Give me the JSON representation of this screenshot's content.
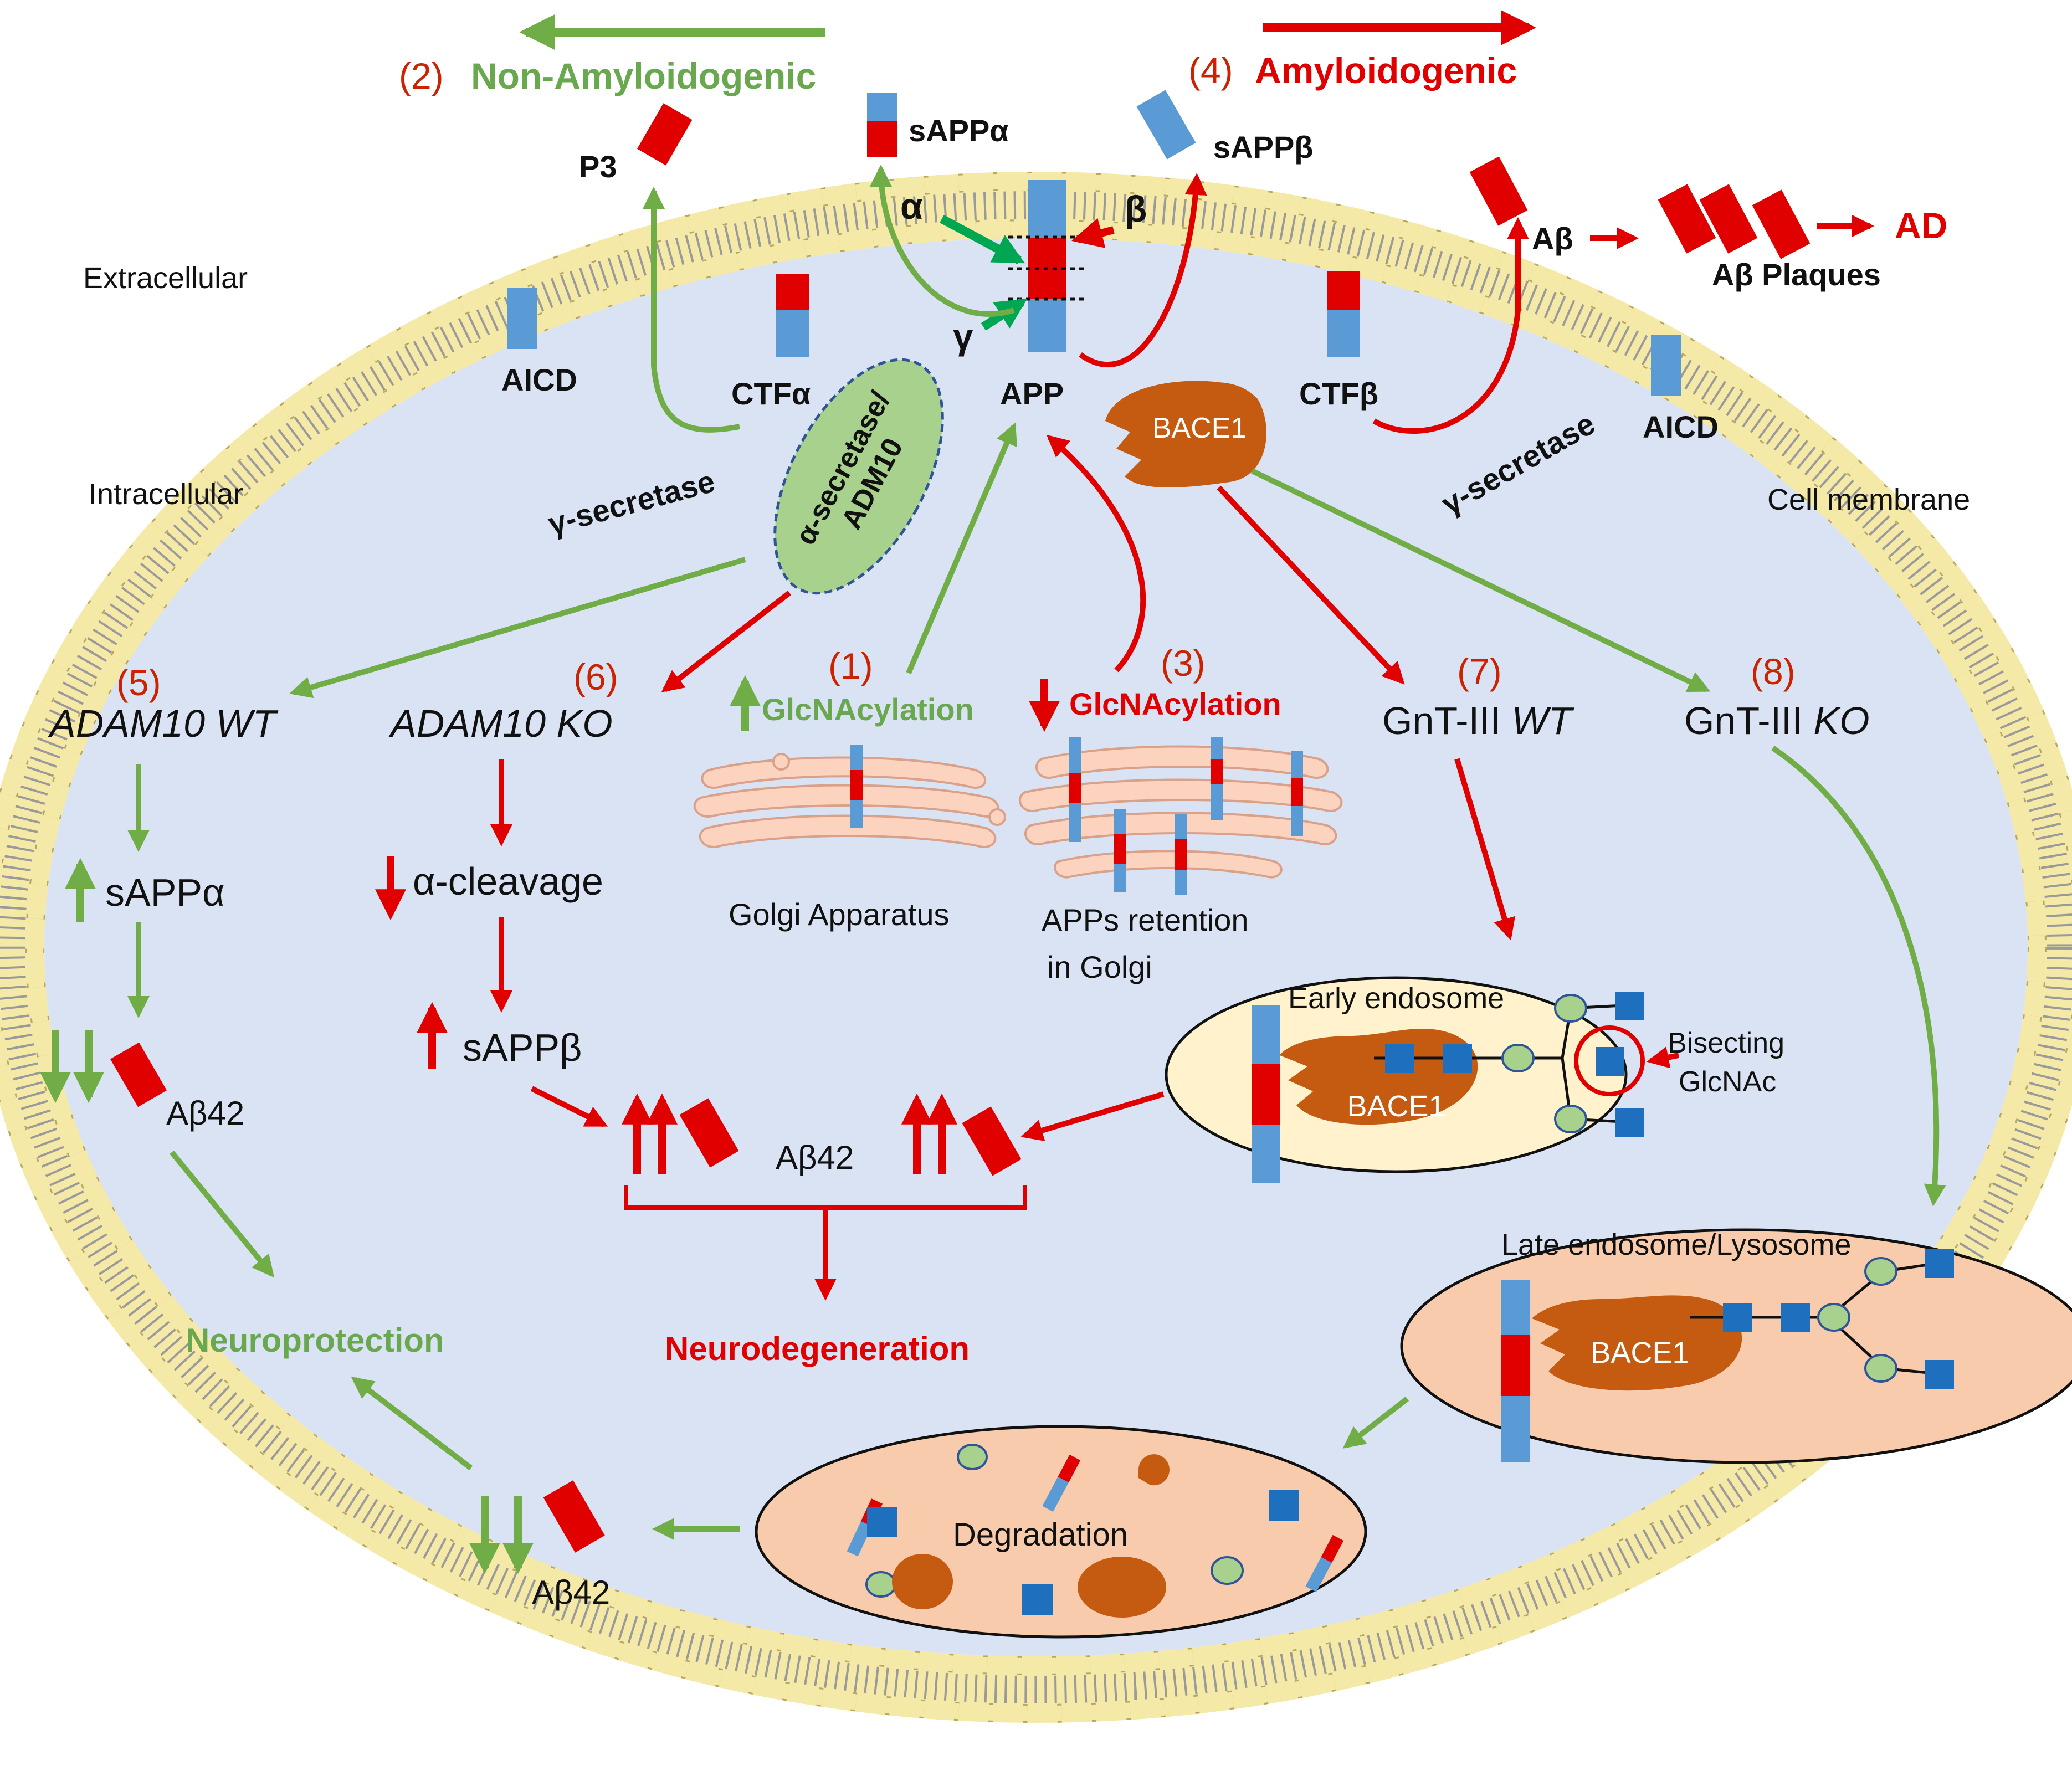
{
  "colors": {
    "red": "#e00000",
    "green": "#70ad47",
    "blue": "#5b9bd5",
    "dark_blue": "#1f6fbf",
    "bace_brown": "#c55a11",
    "cell_fill": "#dae3f3",
    "membrane_head": "#f5e9a8",
    "golgi_fill": "#fbd3bf",
    "early_endo_fill": "#fff2cc",
    "late_endo_fill": "#f8cbad",
    "glycan_green": "#a9d18e"
  },
  "pathways": {
    "p1": {
      "num": "(1)",
      "label": "GlcNAcylation",
      "direction": "up"
    },
    "p2": {
      "num": "(2)",
      "label": "Non-Amyloidogenic"
    },
    "p3": {
      "num": "(3)",
      "label": "GlcNAcylation",
      "direction": "down"
    },
    "p4": {
      "num": "(4)",
      "label": "Amyloidogenic"
    },
    "p5": {
      "num": "(5)",
      "label": "ADAM10 WT"
    },
    "p6": {
      "num": "(6)",
      "label": "ADAM10 KO"
    },
    "p7": {
      "num": "(7)",
      "label_main": "GnT-III ",
      "label_it": "WT"
    },
    "p8": {
      "num": "(8)",
      "label_main": "GnT-III ",
      "label_it": "KO"
    }
  },
  "membrane": {
    "extracellular": "Extracellular",
    "intracellular": "Intracellular",
    "cell_membrane": "Cell membrane"
  },
  "top_labels": {
    "p3_fragment": "P3",
    "sappa": "sAPPα",
    "sappb": "sAPPβ",
    "alpha": "α",
    "beta": "β",
    "gamma": "γ",
    "abeta": "Aβ",
    "ad": "AD",
    "plaques": "Aβ Plaques",
    "aicd_left": "AICD",
    "aicd_right": "AICD",
    "ctfa": "CTFα",
    "ctfb": "CTFβ",
    "app": "APP",
    "gsec_left": "γ-secretase",
    "gsec_right": "γ-secretase",
    "alpha_sec_line1": "α-secretase/",
    "alpha_sec_line2": "ADM10",
    "bace1": "BACE1"
  },
  "left_branch": {
    "sappa": "sAPPα",
    "abeta42": "Aβ42",
    "neuroprotection": "Neuroprotection"
  },
  "middle_branch": {
    "acleavage": "α-cleavage",
    "sappb": "sAPPβ",
    "abeta42": "Aβ42",
    "neurodegeneration": "Neurodegeneration"
  },
  "golgi": {
    "left_caption": "Golgi Apparatus",
    "right_caption_line1": "APPs retention",
    "right_caption_line2": "in Golgi"
  },
  "early_endosome": {
    "title": "Early endosome",
    "bace1": "BACE1",
    "bisecting_line1": "Bisecting",
    "bisecting_line2": "GlcNAc"
  },
  "late_endosome": {
    "title": "Late endosome/Lysosome",
    "bace1": "BACE1"
  },
  "degradation": {
    "title": "Degradation",
    "abeta42": "Aβ42"
  }
}
